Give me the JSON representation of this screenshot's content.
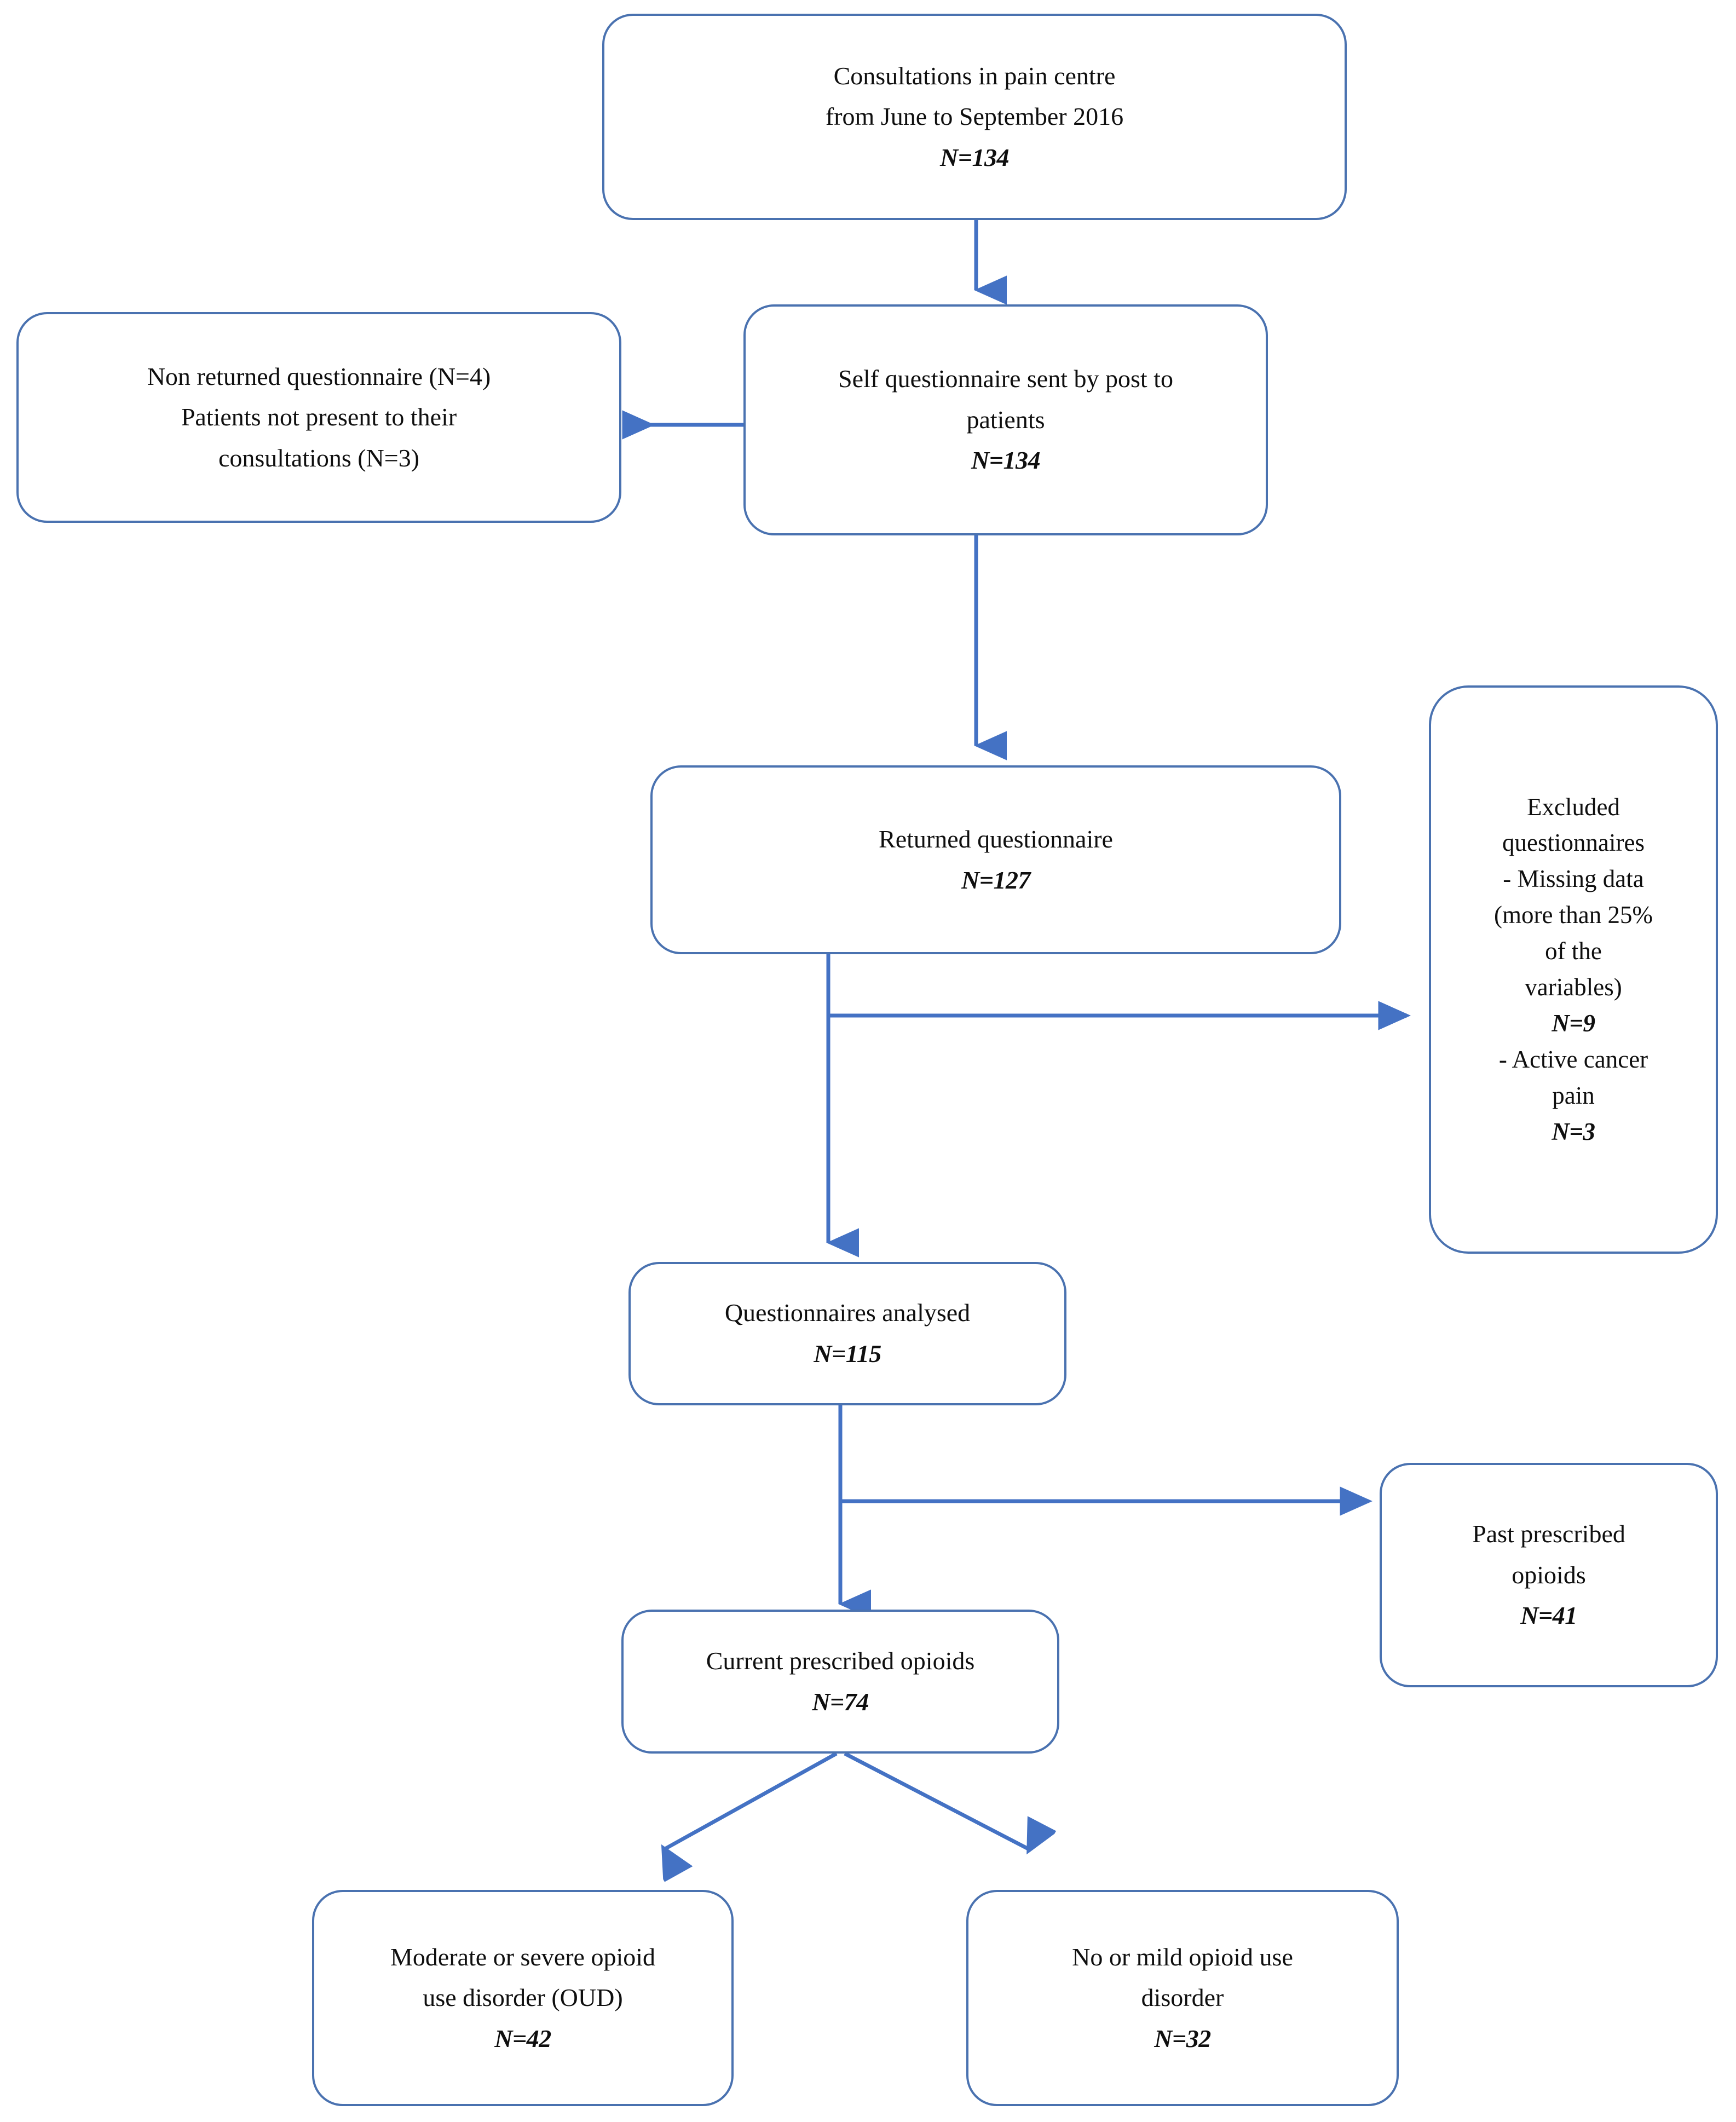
{
  "figure": {
    "type": "flowchart",
    "title": "Study participant flow diagram",
    "colors": {
      "box_border": "#4a72b0",
      "connector": "#4472c4",
      "text": "#0f0f0f",
      "background": "#ffffff"
    }
  },
  "nodes": {
    "consultations": {
      "id": "consultations",
      "line1": "Consultations in pain centre",
      "line2": "from June to September 2016",
      "count": "N=134"
    },
    "self_questionnaire": {
      "id": "self-questionnaire",
      "line1": "Self questionnaire sent by post to",
      "line2": "patients",
      "count": "N=134"
    },
    "non_returned": {
      "id": "non-returned",
      "line1": "Non returned questionnaire (N=4)",
      "line2": "Patients not present to their",
      "line3": "consultations (N=3)"
    },
    "returned": {
      "id": "returned-questionnaire",
      "line1": "Returned questionnaire",
      "count": "N=127"
    },
    "excluded": {
      "id": "excluded-questionnaires",
      "line1": "Excluded",
      "line2": "questionnaires",
      "line3": "- Missing data",
      "line4": "(more than 25%",
      "line5": "of the",
      "line6": "variables)",
      "count1": "N=9",
      "line7": "- Active cancer",
      "line8": "pain",
      "count2": "N=3"
    },
    "analysed": {
      "id": "questionnaires-analysed",
      "line1": "Questionnaires analysed",
      "count": "N=115"
    },
    "past_opioids": {
      "id": "past-prescribed-opioids",
      "line1": "Past prescribed",
      "line2": "opioids",
      "count": "N=41"
    },
    "current_opioids": {
      "id": "current-prescribed-opioids",
      "line1": "Current prescribed opioids",
      "count": "N=74"
    },
    "oud_moderate_severe": {
      "id": "moderate-severe-oud",
      "line1": "Moderate or severe opioid",
      "line2": "use disorder (OUD)",
      "count": "N=42"
    },
    "oud_none_mild": {
      "id": "no-mild-oud",
      "line1": "No or mild opioid use",
      "line2": "disorder",
      "count": "N=32"
    }
  },
  "edges": [
    {
      "id": "consultations-to-self-questionnaire",
      "from": "consultations",
      "to": "self_questionnaire",
      "direction": "down"
    },
    {
      "id": "self-questionnaire-to-non-returned",
      "from": "self_questionnaire",
      "to": "non_returned",
      "direction": "left"
    },
    {
      "id": "self-questionnaire-to-returned",
      "from": "self_questionnaire",
      "to": "returned",
      "direction": "down"
    },
    {
      "id": "returned-to-excluded",
      "from": "returned",
      "to": "excluded",
      "direction": "right"
    },
    {
      "id": "returned-to-analysed",
      "from": "returned",
      "to": "analysed",
      "direction": "down"
    },
    {
      "id": "analysed-to-past-opioids",
      "from": "analysed",
      "to": "past_opioids",
      "direction": "right"
    },
    {
      "id": "analysed-to-current-opioids",
      "from": "analysed",
      "to": "current_opioids",
      "direction": "down"
    },
    {
      "id": "current-opioids-to-oud-moderate-severe",
      "from": "current_opioids",
      "to": "oud_moderate_severe",
      "direction": "down-left"
    },
    {
      "id": "current-opioids-to-oud-none-mild",
      "from": "current_opioids",
      "to": "oud_none_mild",
      "direction": "down-right"
    }
  ]
}
